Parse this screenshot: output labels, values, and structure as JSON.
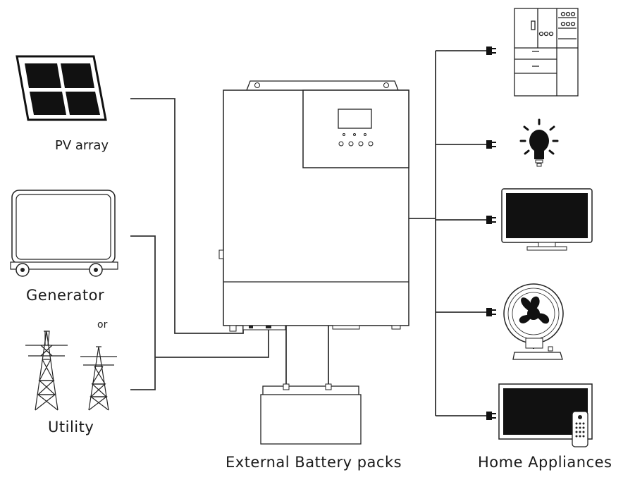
{
  "labels": {
    "pv": "PV array",
    "generator": "Generator",
    "or": "or",
    "utility": "Utility",
    "battery": "External Battery packs",
    "appliances": "Home Appliances"
  }
}
